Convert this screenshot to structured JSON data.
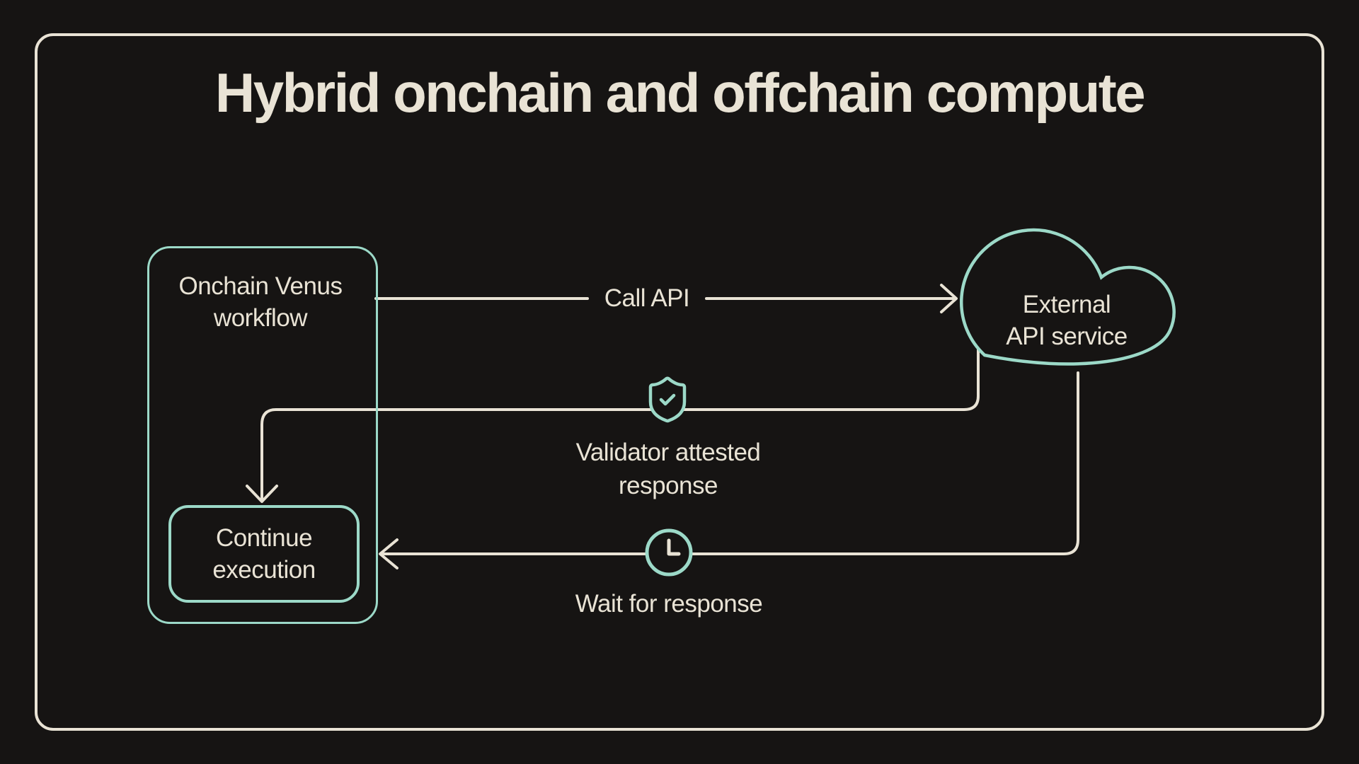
{
  "title": "Hybrid onchain and offchain compute",
  "colors": {
    "background": "#161413",
    "cream": "#e9e3d5",
    "teal": "#9cd9c8"
  },
  "nodes": {
    "workflow": {
      "label": "Onchain Venus\nworkflow"
    },
    "continue": {
      "label": "Continue\nexecution"
    },
    "external_api": {
      "label": "External\nAPI service"
    }
  },
  "edges": {
    "call_api": {
      "label": "Call API"
    },
    "validator": {
      "label": "Validator attested\nresponse",
      "icon": "shield-check-icon"
    },
    "wait": {
      "label": "Wait for response",
      "icon": "clock-icon"
    }
  }
}
